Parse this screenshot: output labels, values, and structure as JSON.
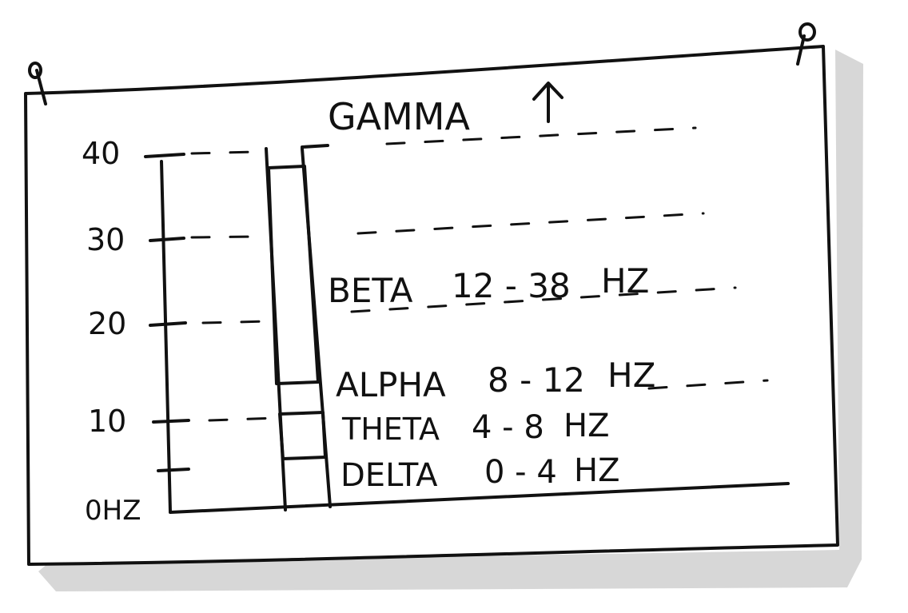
{
  "colors": {
    "ink": "#111111",
    "paper": "#ffffff",
    "shadow": "#c9c9c9"
  },
  "icons": {
    "pin_left": "pushpin-icon",
    "pin_right": "pushpin-icon",
    "arrow": "up-arrow-icon"
  },
  "axis": {
    "ticks": [
      {
        "label": "40",
        "value": 40
      },
      {
        "label": "30",
        "value": 30
      },
      {
        "label": "20",
        "value": 20
      },
      {
        "label": "10",
        "value": 10
      }
    ],
    "zero_label": "0HZ"
  },
  "bands": {
    "gamma": {
      "label": "GAMMA"
    },
    "beta": {
      "label": "BETA",
      "range": "12 - 38",
      "unit": "HZ",
      "low": 12,
      "high": 38
    },
    "alpha": {
      "label": "ALPHA",
      "range": "8 - 12",
      "unit": "HZ",
      "low": 8,
      "high": 12
    },
    "theta": {
      "label": "THETA",
      "range": "4 - 8",
      "unit": "HZ",
      "low": 4,
      "high": 8
    },
    "delta": {
      "label": "DELTA",
      "range": "0 - 4",
      "unit": "HZ",
      "low": 0,
      "high": 4
    }
  }
}
